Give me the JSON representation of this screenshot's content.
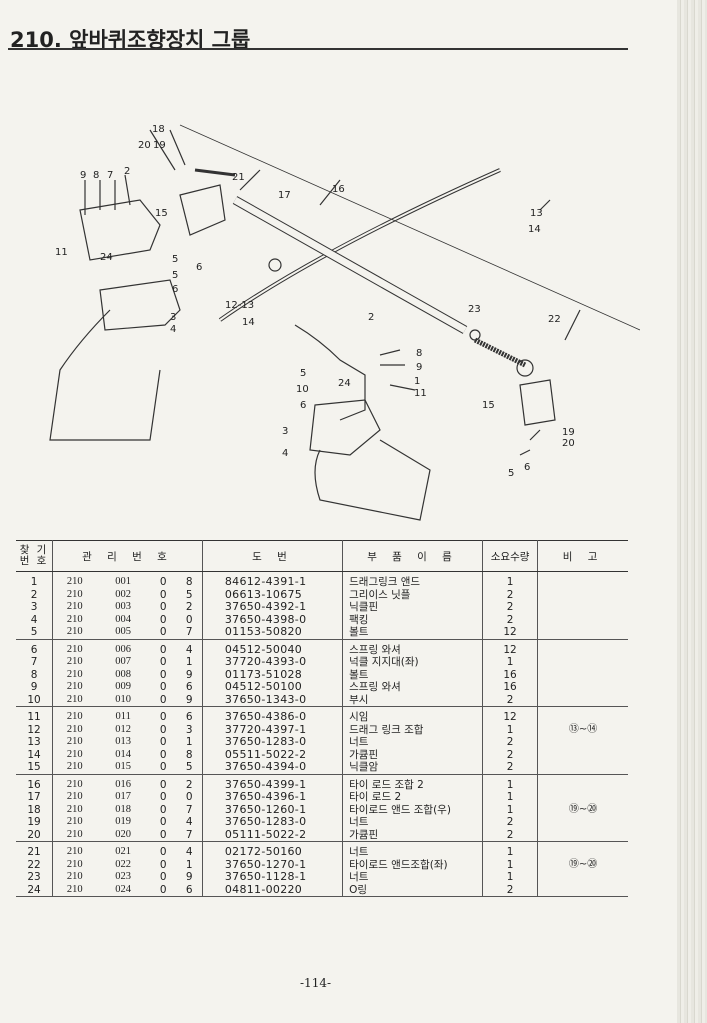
{
  "header": {
    "title": "210. 앞바퀴조향장치  그룹"
  },
  "diagram": {
    "callouts": [
      "18",
      "20",
      "19",
      "21",
      "17",
      "16",
      "9",
      "8",
      "7",
      "2",
      "15",
      "13",
      "14",
      "11",
      "24",
      "5",
      "6",
      "3",
      "4",
      "12-13",
      "14",
      "2",
      "23",
      "22",
      "8",
      "9",
      "1",
      "11",
      "5",
      "10",
      "6",
      "24",
      "3",
      "4",
      "15",
      "19",
      "20",
      "5",
      "6"
    ]
  },
  "table": {
    "headers": {
      "no": "찾 기\n번 호",
      "mgmt": "관 리 번 호",
      "drawing": "도     번",
      "name": "부 품 이 름",
      "qty": "소요수량",
      "remarks": "비     고"
    },
    "groups": [
      {
        "rows": [
          {
            "no": "1",
            "a": "210",
            "b": "001",
            "c": "0",
            "d": "8",
            "pn": "84612-4391-1",
            "name": "드래그링크 앤드",
            "qty": "1",
            "rem": ""
          },
          {
            "no": "2",
            "a": "210",
            "b": "002",
            "c": "0",
            "d": "5",
            "pn": "06613-10675",
            "name": "그리이스 닛플",
            "qty": "2",
            "rem": ""
          },
          {
            "no": "3",
            "a": "210",
            "b": "003",
            "c": "0",
            "d": "2",
            "pn": "37650-4392-1",
            "name": "닉클핀",
            "qty": "2",
            "rem": ""
          },
          {
            "no": "4",
            "a": "210",
            "b": "004",
            "c": "0",
            "d": "0",
            "pn": "37650-4398-0",
            "name": "팩킹",
            "qty": "2",
            "rem": ""
          },
          {
            "no": "5",
            "a": "210",
            "b": "005",
            "c": "0",
            "d": "7",
            "pn": "01153-50820",
            "name": "볼트",
            "qty": "12",
            "rem": ""
          }
        ]
      },
      {
        "rows": [
          {
            "no": "6",
            "a": "210",
            "b": "006",
            "c": "0",
            "d": "4",
            "pn": "04512-50040",
            "name": "스프링 와셔",
            "qty": "12",
            "rem": ""
          },
          {
            "no": "7",
            "a": "210",
            "b": "007",
            "c": "0",
            "d": "1",
            "pn": "37720-4393-0",
            "name": "넉클 지지대(좌)",
            "qty": "1",
            "rem": ""
          },
          {
            "no": "8",
            "a": "210",
            "b": "008",
            "c": "0",
            "d": "9",
            "pn": "01173-51028",
            "name": "볼트",
            "qty": "16",
            "rem": ""
          },
          {
            "no": "9",
            "a": "210",
            "b": "009",
            "c": "0",
            "d": "6",
            "pn": "04512-50100",
            "name": "스프링 와셔",
            "qty": "16",
            "rem": ""
          },
          {
            "no": "10",
            "a": "210",
            "b": "010",
            "c": "0",
            "d": "9",
            "pn": "37650-1343-0",
            "name": "부시",
            "qty": "2",
            "rem": ""
          }
        ]
      },
      {
        "rows": [
          {
            "no": "11",
            "a": "210",
            "b": "011",
            "c": "0",
            "d": "6",
            "pn": "37650-4386-0",
            "name": "시임",
            "qty": "12",
            "rem": ""
          },
          {
            "no": "12",
            "a": "210",
            "b": "012",
            "c": "0",
            "d": "3",
            "pn": "37720-4397-1",
            "name": "드래그 링크 조합",
            "qty": "1",
            "rem": "⑬~⑭"
          },
          {
            "no": "13",
            "a": "210",
            "b": "013",
            "c": "0",
            "d": "1",
            "pn": "37650-1283-0",
            "name": "너트",
            "qty": "2",
            "rem": ""
          },
          {
            "no": "14",
            "a": "210",
            "b": "014",
            "c": "0",
            "d": "8",
            "pn": "05511-5022-2",
            "name": "가큠핀",
            "qty": "2",
            "rem": ""
          },
          {
            "no": "15",
            "a": "210",
            "b": "015",
            "c": "0",
            "d": "5",
            "pn": "37650-4394-0",
            "name": "닉클암",
            "qty": "2",
            "rem": ""
          }
        ]
      },
      {
        "rows": [
          {
            "no": "16",
            "a": "210",
            "b": "016",
            "c": "0",
            "d": "2",
            "pn": "37650-4399-1",
            "name": "타이 로드 조합 2",
            "qty": "1",
            "rem": ""
          },
          {
            "no": "17",
            "a": "210",
            "b": "017",
            "c": "0",
            "d": "0",
            "pn": "37650-4396-1",
            "name": "타이 로드 2",
            "qty": "1",
            "rem": ""
          },
          {
            "no": "18",
            "a": "210",
            "b": "018",
            "c": "0",
            "d": "7",
            "pn": "37650-1260-1",
            "name": "타이로드 앤드 조합(우)",
            "qty": "1",
            "rem": "⑲~⑳"
          },
          {
            "no": "19",
            "a": "210",
            "b": "019",
            "c": "0",
            "d": "4",
            "pn": "37650-1283-0",
            "name": "너트",
            "qty": "2",
            "rem": ""
          },
          {
            "no": "20",
            "a": "210",
            "b": "020",
            "c": "0",
            "d": "7",
            "pn": "05111-5022-2",
            "name": "가큠핀",
            "qty": "2",
            "rem": ""
          }
        ]
      },
      {
        "rows": [
          {
            "no": "21",
            "a": "210",
            "b": "021",
            "c": "0",
            "d": "4",
            "pn": "02172-50160",
            "name": "너트",
            "qty": "1",
            "rem": ""
          },
          {
            "no": "22",
            "a": "210",
            "b": "022",
            "c": "0",
            "d": "1",
            "pn": "37650-1270-1",
            "name": "타이로드 앤드조합(좌)",
            "qty": "1",
            "rem": "⑲~⑳"
          },
          {
            "no": "23",
            "a": "210",
            "b": "023",
            "c": "0",
            "d": "9",
            "pn": "37650-1128-1",
            "name": "너트",
            "qty": "1",
            "rem": ""
          },
          {
            "no": "24",
            "a": "210",
            "b": "024",
            "c": "0",
            "d": "6",
            "pn": "04811-00220",
            "name": "O링",
            "qty": "2",
            "rem": ""
          }
        ]
      }
    ]
  },
  "footer": {
    "page": "-114-"
  }
}
